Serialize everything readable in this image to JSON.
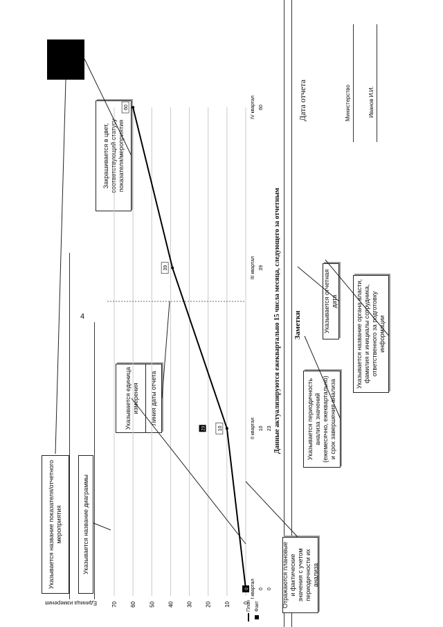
{
  "page_number": "4",
  "callouts": {
    "indicator_name": "Указывается название показателя/отчетного мероприятия",
    "chart_name": "Указывается название диаграммы",
    "unit": "Указывается единица измерения",
    "report_date_line": "Линия даты отчета",
    "status_color": "Закрашивается в цвет, соответствующий статусу показателя/мероприятия",
    "plan_fact": "Отражаются плановые и фактические значения с учетом периодичности их анализа",
    "periodicity": "Указывается периодичность анализа значений (ежемесячно, ежеквартально) и срок завершения анализа",
    "report_date": "Указывается отчетная дата",
    "authority": "Указывается название органа власти, фамилия и инициалы сотрудника, ответственного за подготовку информации"
  },
  "notes_title": "Заметки",
  "update_note": "Данные актуализируются ежеквартально 15 числа месяца, следующего за отчетным",
  "report_date_label": "Дата отчета",
  "ministry_label": "Министерство",
  "person_name": "Иванов И.И.",
  "chart_data": {
    "type": "line",
    "ylabel": "Единица измерения",
    "y_ticks": [
      "70",
      "60",
      "50",
      "40",
      "30",
      "20",
      "10",
      "0"
    ],
    "ylim": [
      0,
      70
    ],
    "categories": [
      "I квартал",
      "II квартал",
      "III квартал",
      "IV квартал"
    ],
    "series": [
      {
        "name": "План",
        "values": [
          0,
          10,
          39,
          60
        ]
      },
      {
        "name": "Факт",
        "values": [
          0,
          23,
          null,
          null
        ]
      }
    ],
    "point_labels": [
      "10",
      "39",
      "60"
    ],
    "fact_markers": [
      "0",
      "23"
    ],
    "table": {
      "rows": [
        {
          "name": "План",
          "values": [
            "0",
            "10",
            "39",
            "60"
          ]
        },
        {
          "name": "Факт",
          "values": [
            "0",
            "23",
            "",
            ""
          ]
        }
      ]
    }
  }
}
